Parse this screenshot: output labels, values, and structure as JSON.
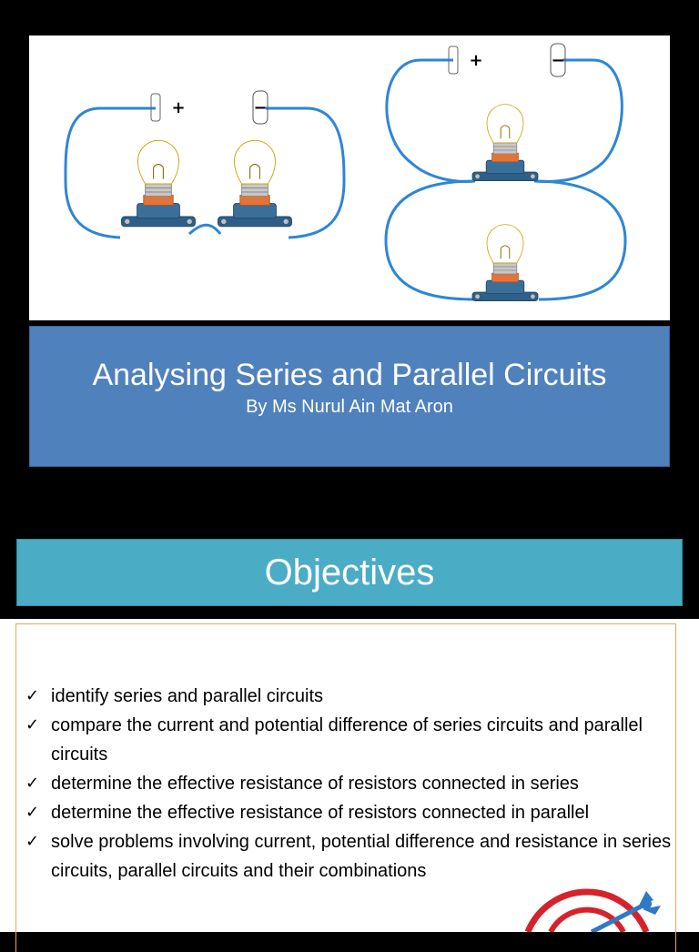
{
  "slide1": {
    "title": "Analysing Series and Parallel Circuits",
    "subtitle": "By Ms Nurul Ain Mat Aron",
    "colors": {
      "title_box": "#4f81bd",
      "wire": "#2e86d6",
      "bulb": "#ffe62e",
      "bulb_base": "#e2743a",
      "holder": "#2e5f88"
    },
    "icons": [
      "battery-icon",
      "bulb-icon"
    ]
  },
  "slide2": {
    "heading": "Objectives",
    "check_symbol": "✓",
    "objectives": [
      "identify series and parallel circuits",
      "compare the current and potential difference of series circuits and parallel circuits",
      "determine the effective resistance of resistors connected in series",
      "determine the effective resistance of resistors connected in parallel",
      "solve problems involving current, potential difference and resistance in series circuits, parallel circuits and their combinations"
    ],
    "colors": {
      "header": "#4bacc6",
      "frame": "#f0a060",
      "dart": "#2f79c6",
      "target_ring": "#d6232b"
    },
    "icons": [
      "checkmark-icon",
      "target-dart-icon"
    ]
  }
}
